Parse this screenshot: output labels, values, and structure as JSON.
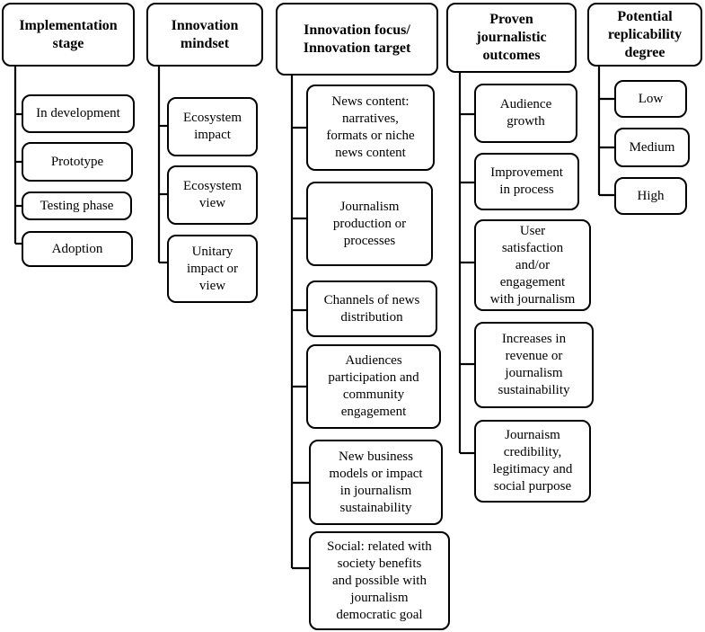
{
  "columns": [
    {
      "header": "Implementation\nstage",
      "items": [
        "In development",
        "Prototype",
        "Testing phase",
        "Adoption"
      ]
    },
    {
      "header": "Innovation\nmindset",
      "items": [
        "Ecosystem\nimpact",
        "Ecosystem\nview",
        "Unitary\nimpact or\nview"
      ]
    },
    {
      "header": "Innovation focus/\nInnovation target",
      "items": [
        "News content:\nnarratives,\nformats or niche\nnews content",
        "Journalism\nproduction or\nprocesses",
        "Channels of news\ndistribution",
        "Audiences\nparticipation and\ncommunity\nengagement",
        "New business\nmodels or impact\nin journalism\nsustainability",
        "Social: related with\nsociety benefits\nand possible with\njournalism\ndemocratic goal"
      ]
    },
    {
      "header": "Proven\njournalistic\noutcomes",
      "items": [
        "Audience\ngrowth",
        "Improvement\nin process",
        "User\nsatisfaction\nand/or\nengagement\nwith journalism",
        "Increases in\nrevenue or\njournalism\nsustainability",
        "Journaism\ncredibility,\nlegitimacy and\nsocial purpose"
      ]
    },
    {
      "header": "Potential\nreplicability\ndegree",
      "items": [
        "Low",
        "Medium",
        "High"
      ]
    }
  ]
}
